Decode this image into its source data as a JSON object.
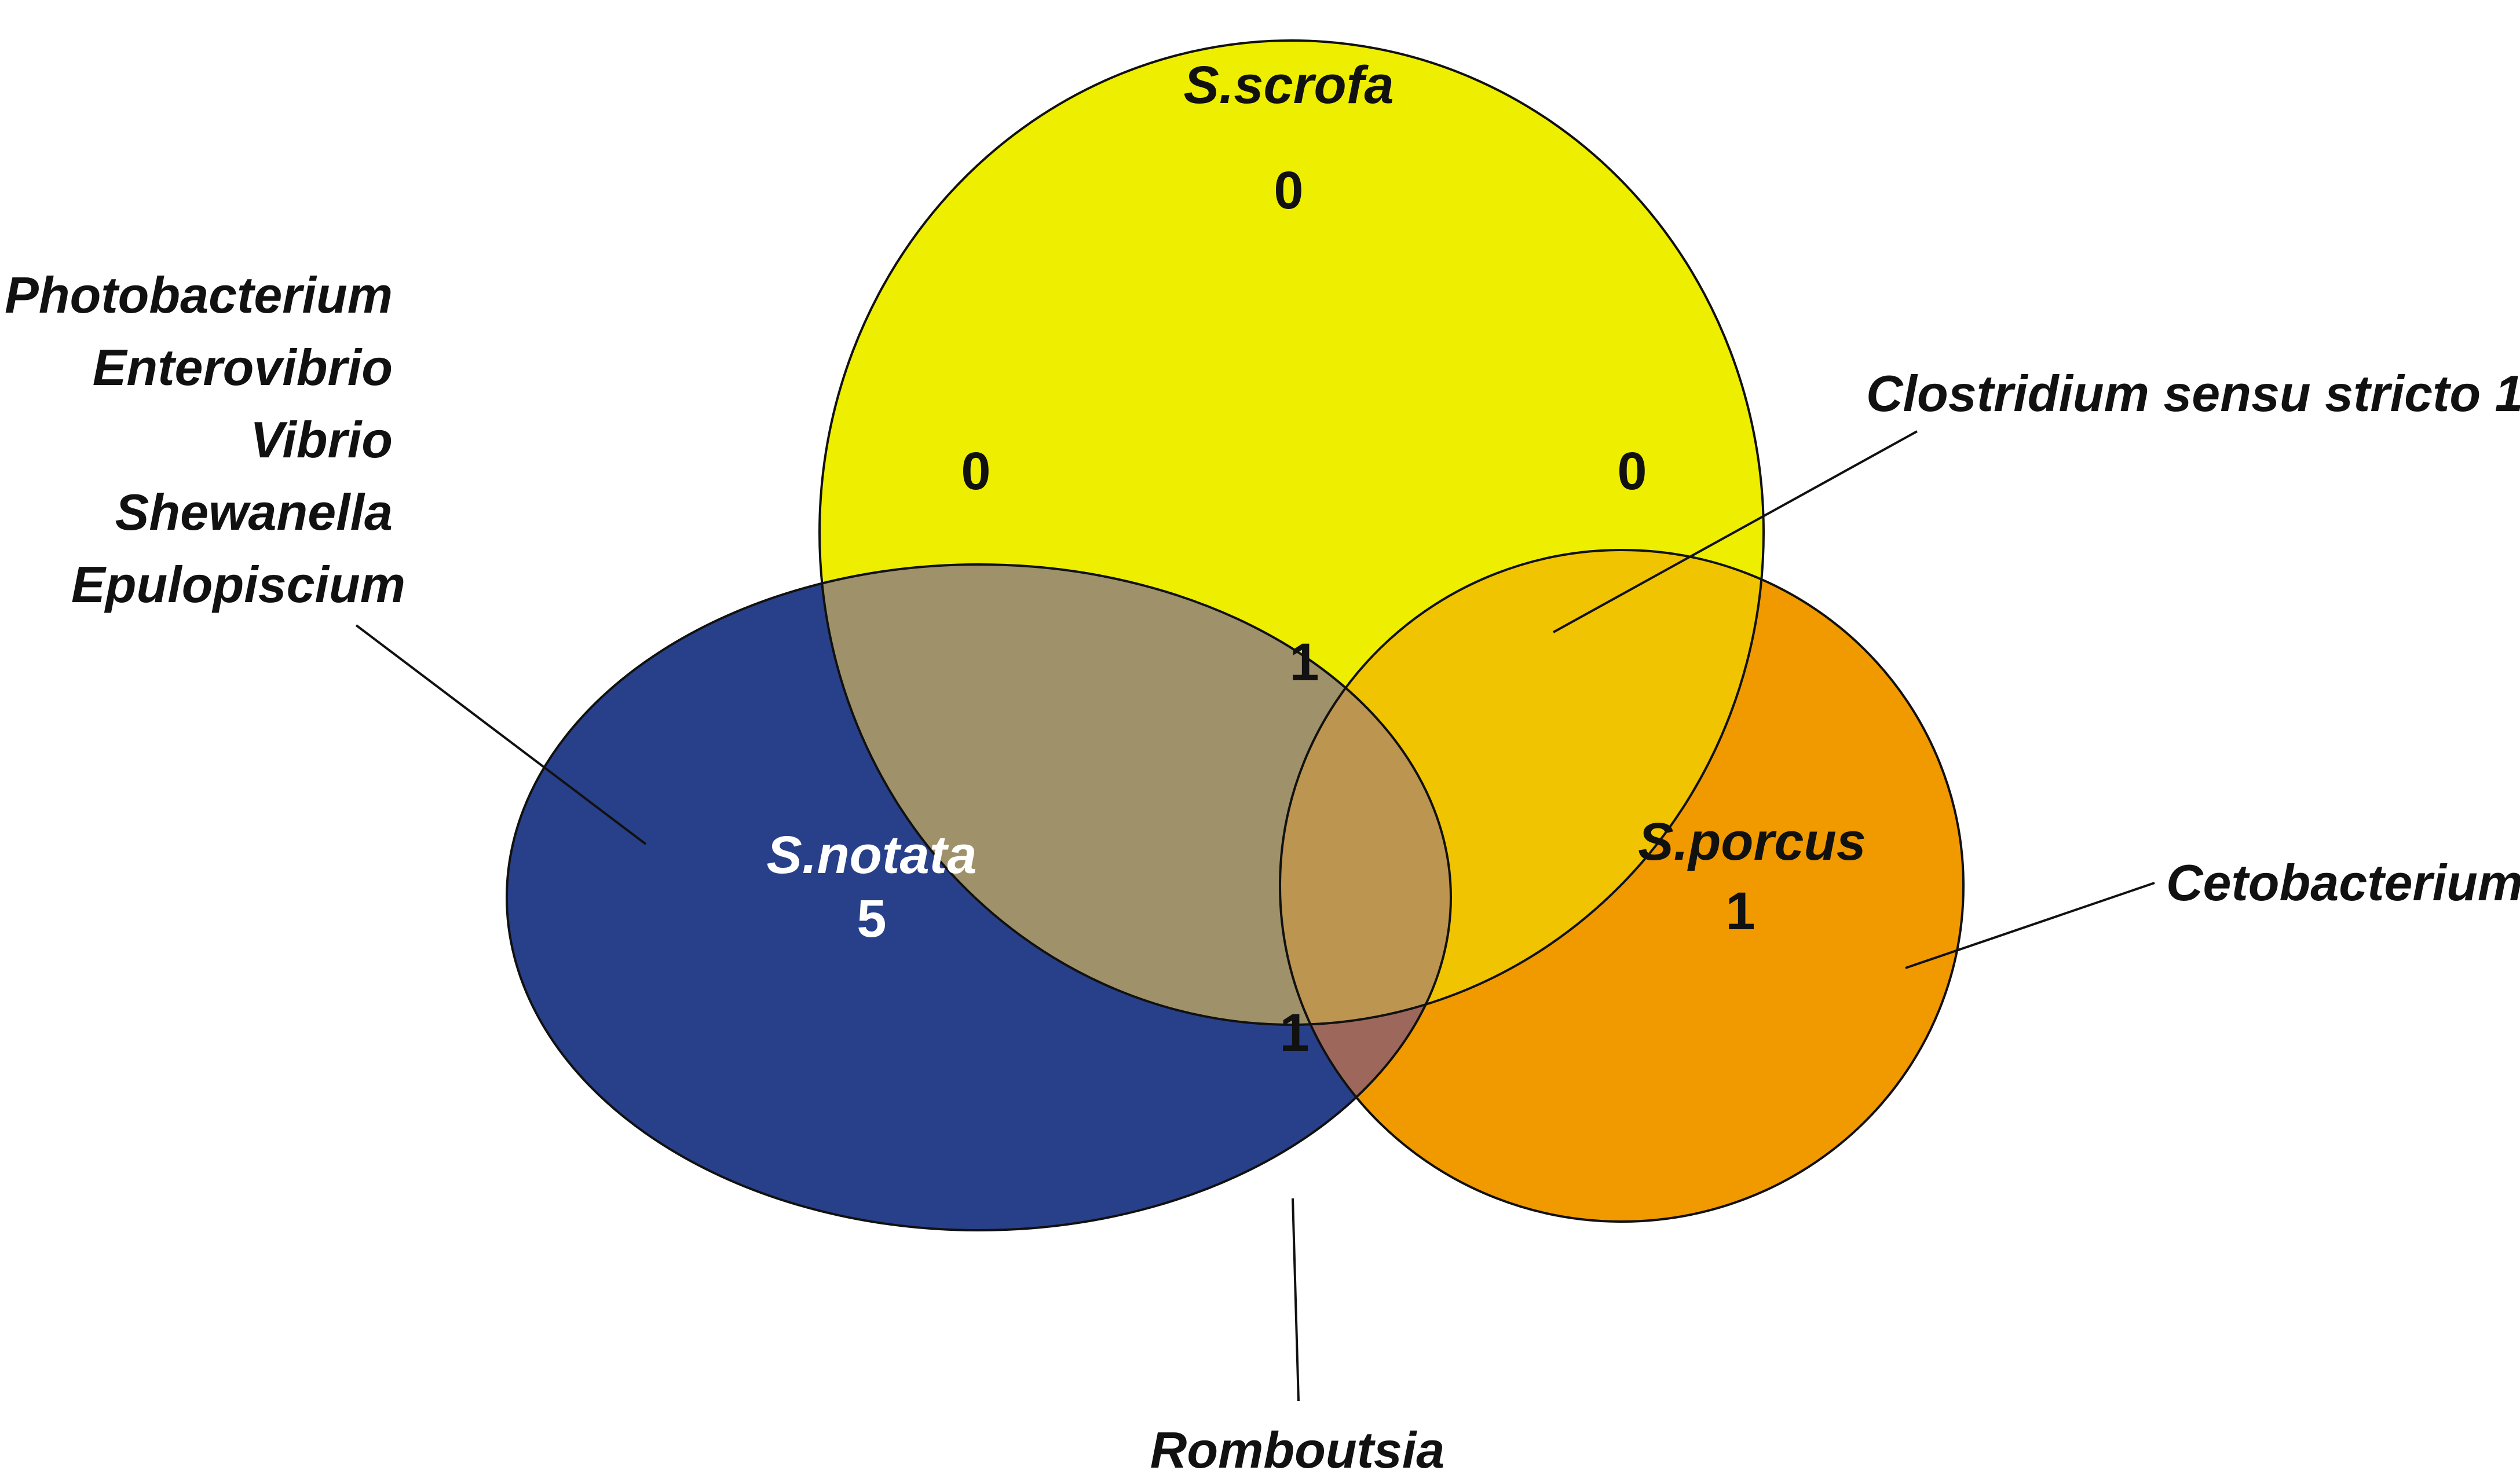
{
  "colors": {
    "s_scrofa": "#EEEE00",
    "s_notata": "#28408A",
    "s_porcus": "#F09A00",
    "notata_scrofa": "#9F916A",
    "scrofa_porcus": "#F0C400",
    "notata_porcus": "#9E675C",
    "all_three": "#BC9550",
    "outline": "#111111",
    "text_dark": "#111111",
    "text_light": "#ffffff"
  },
  "sets": {
    "scrofa": {
      "name": "S.scrofa",
      "count": "0"
    },
    "notata": {
      "name": "S.notata",
      "count": "5"
    },
    "porcus": {
      "name": "S.porcus",
      "count": "1"
    }
  },
  "intersections": {
    "notata_scrofa": "0",
    "scrofa_porcus": "0",
    "notata_porcus": "1",
    "all_three": "1"
  },
  "annotations": {
    "notata_only": [
      "Photobacterium",
      "Enterovibrio",
      "Vibrio",
      "Shewanella",
      "Epulopiscium"
    ],
    "all_three": "Clostridium sensu stricto 1",
    "porcus_only": "Cetobacterium",
    "notata_porcus": "Romboutsia"
  }
}
